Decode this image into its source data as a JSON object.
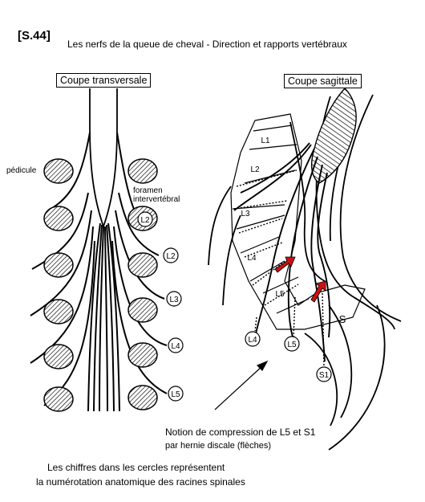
{
  "header": {
    "id": "[S.44]",
    "title": "Les nerfs de la queue de cheval - Direction et rapports vertébraux"
  },
  "transverse": {
    "box_label": "Coupe transversale",
    "pedicle_label": "pédicule",
    "foramen_label_1": "foramen",
    "foramen_label_2": "intervertébral",
    "roots": [
      "L2",
      "L2",
      "L3",
      "L4",
      "L5"
    ]
  },
  "sagittal": {
    "box_label": "Coupe sagittale",
    "vertebrae": [
      "L1",
      "L2",
      "L3",
      "L4",
      "L5"
    ],
    "sacrum_label": "S",
    "roots": [
      "L4",
      "L5",
      "S1"
    ]
  },
  "notes": {
    "compression_line1": "Notion de compression de L5 et S1",
    "compression_line2": "par hernie discale (flèches)"
  },
  "footer": {
    "line1": "Les chiffres dans les cercles représentent",
    "line2": "la numérotation anatomique des racines spinales"
  },
  "colors": {
    "arrow": "#cc1111",
    "ink": "#000000"
  }
}
